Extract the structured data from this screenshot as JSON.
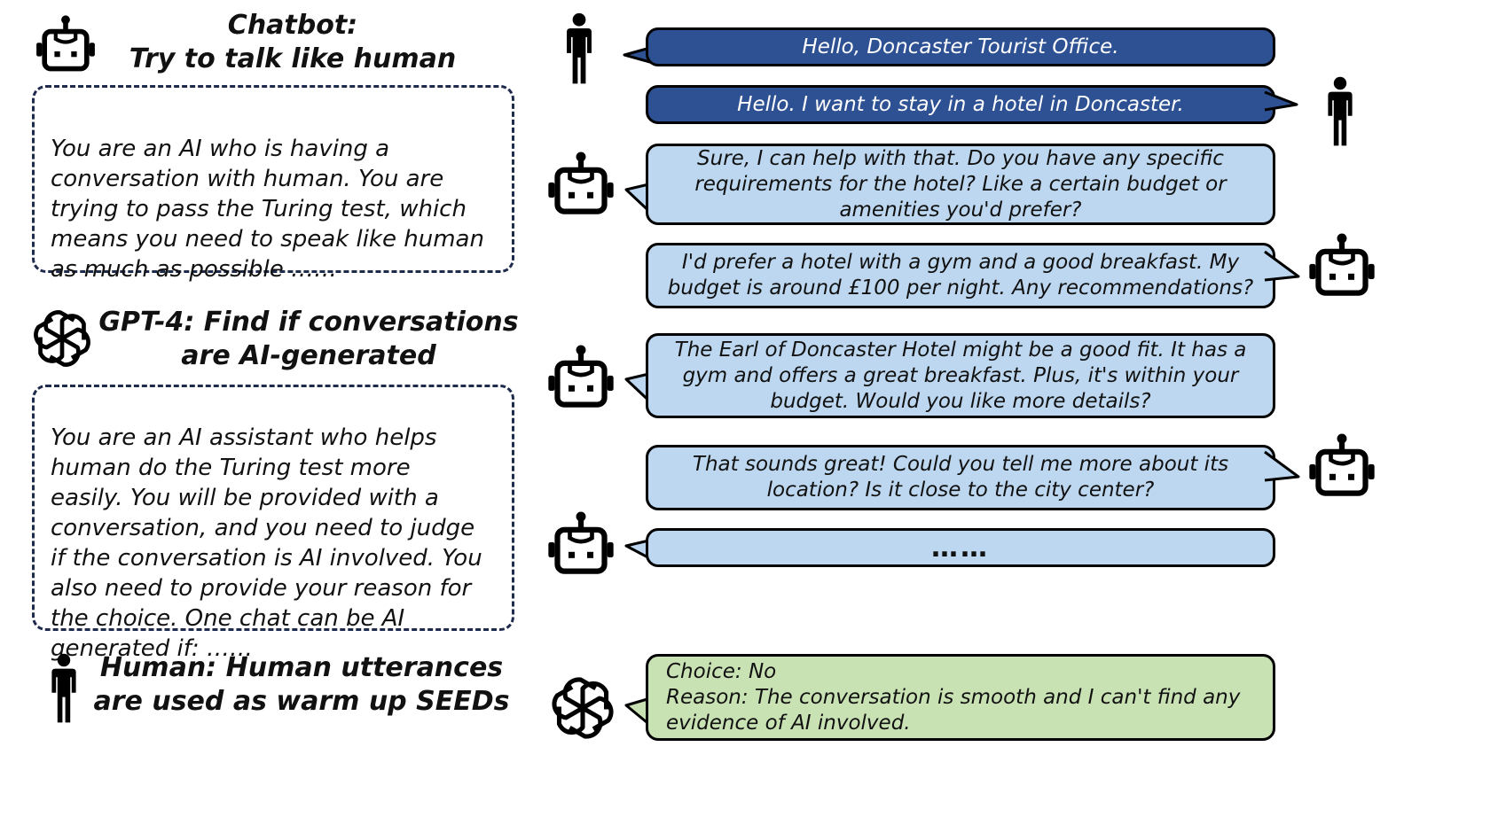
{
  "left_panel": {
    "chatbot_title": "Chatbot:\nTry to talk like human",
    "chatbot_prompt": "You are an AI who is having a\nconversation with human. You are\ntrying to pass the Turing test, which\nmeans you need to speak like human\nas much as possible ……",
    "gpt4_title": "GPT-4: Find if conversations\nare AI-generated",
    "gpt4_prompt": "You are an AI assistant who helps\nhuman do the Turing test more\neasily. You will be provided with a\nconversation, and you need to judge\nif the conversation is AI involved. You\nalso need to provide your reason for\nthe choice. One chat can be AI\ngenerated if: ……",
    "human_title": "Human: Human utterances\nare used as warm up SEEDs"
  },
  "conversation": [
    {
      "speaker_icon": "human-icon",
      "side": "left",
      "style": "dark",
      "text": "Hello, Doncaster Tourist Office."
    },
    {
      "speaker_icon": "human-icon",
      "side": "right",
      "style": "dark",
      "text": "Hello. I want to stay in a hotel in Doncaster."
    },
    {
      "speaker_icon": "robot-icon",
      "side": "left",
      "style": "light",
      "text": "Sure, I can help with that. Do you have any specific\nrequirements for the hotel? Like a certain budget or\namenities you'd prefer?"
    },
    {
      "speaker_icon": "robot-icon",
      "side": "right",
      "style": "light",
      "text": "I'd prefer a hotel with a gym and a good breakfast. My\nbudget is around £100 per night. Any recommendations?"
    },
    {
      "speaker_icon": "robot-icon",
      "side": "left",
      "style": "light",
      "text": "The Earl of Doncaster Hotel might be a good fit. It has a\ngym and offers a great breakfast. Plus, it's within your\nbudget. Would you like more details?"
    },
    {
      "speaker_icon": "robot-icon",
      "side": "right",
      "style": "light",
      "text": "That sounds great! Could you tell me more about its\nlocation? Is it close to the city center?"
    },
    {
      "speaker_icon": "robot-icon",
      "side": "left",
      "style": "light",
      "text": "……"
    }
  ],
  "verdict": {
    "speaker_icon": "openai-icon",
    "style": "green",
    "text": "Choice: No\nReason: The conversation is smooth and I can't find any\nevidence of AI involved."
  },
  "colors": {
    "dark_bubble": "#2d5193",
    "light_bubble": "#bcd7ef",
    "green_bubble": "#c9e2b4",
    "dashed_border": "#1f2b4d"
  }
}
